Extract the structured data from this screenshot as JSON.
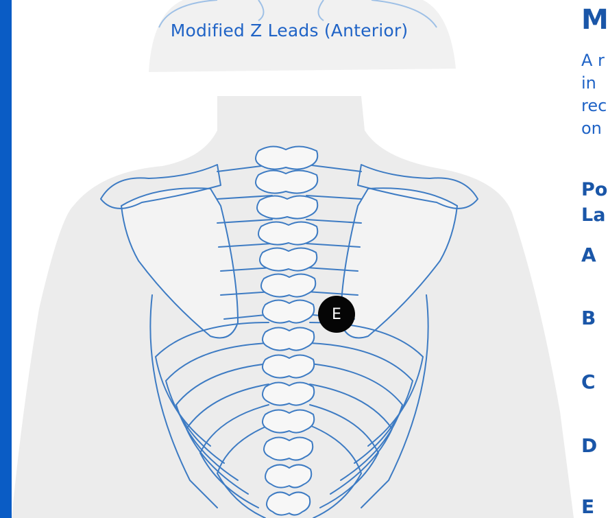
{
  "figure": {
    "title": "Modified Z Leads (Anterior)",
    "electrode_label": "E"
  },
  "panel": {
    "heading": "M",
    "body_lines": [
      "A r",
      "in ",
      "rec",
      "on"
    ],
    "subheading_lines": [
      "Po",
      "La"
    ],
    "letters": [
      "A",
      "B",
      "C",
      "D",
      "E"
    ]
  },
  "colors": {
    "accent_bar": "#0a5cc5",
    "heading": "#1a56a8",
    "text": "#1f63c6",
    "bone_stroke": "#3d7bc3",
    "body_fill": "#ececec"
  }
}
